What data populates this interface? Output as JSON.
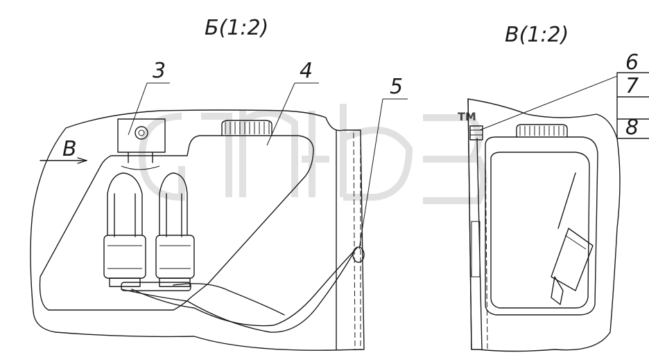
{
  "views": {
    "left": {
      "title": "Б(1:2)",
      "section_marker": "В"
    },
    "right": {
      "title": "В(1:2)"
    }
  },
  "callouts": [
    "3",
    "4",
    "5",
    "6",
    "7",
    "8"
  ],
  "watermark": {
    "trademark": "TM"
  }
}
